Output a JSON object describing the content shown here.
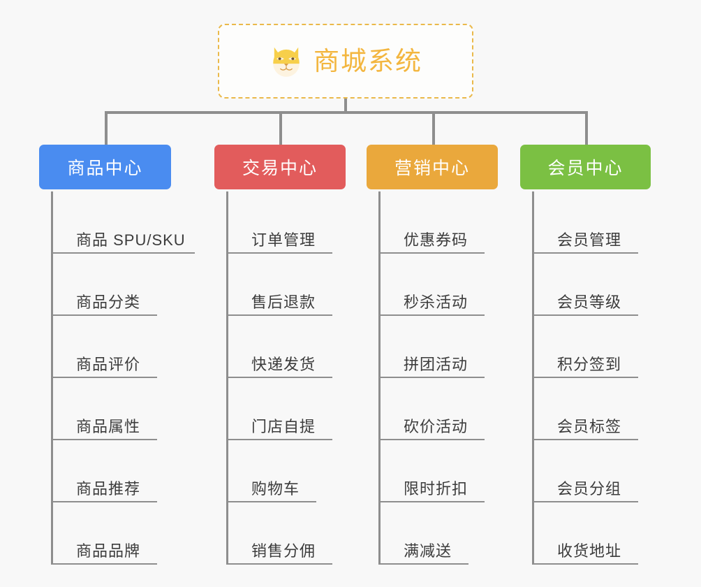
{
  "diagram": {
    "background_color": "#f8f8f8",
    "connector_color": "#8e8e8e",
    "root": {
      "title": "商城系统",
      "icon": "shiba-dog-icon",
      "text_color": "#f3b63f",
      "border_color": "#eab94a",
      "background_color": "#fdfdfc"
    },
    "columns": [
      {
        "title": "商品中心",
        "color": "#4a8cf0",
        "items": [
          "商品 SPU/SKU",
          "商品分类",
          "商品评价",
          "商品属性",
          "商品推荐",
          "商品品牌"
        ]
      },
      {
        "title": "交易中心",
        "color": "#e25c5c",
        "items": [
          "订单管理",
          "售后退款",
          "快递发货",
          "门店自提",
          "购物车",
          "销售分佣"
        ]
      },
      {
        "title": "营销中心",
        "color": "#eaa83c",
        "items": [
          "优惠券码",
          "秒杀活动",
          "拼团活动",
          "砍价活动",
          "限时折扣",
          "满减送"
        ]
      },
      {
        "title": "会员中心",
        "color": "#7bc043",
        "items": [
          "会员管理",
          "会员等级",
          "积分签到",
          "会员标签",
          "会员分组",
          "收货地址"
        ]
      }
    ]
  }
}
